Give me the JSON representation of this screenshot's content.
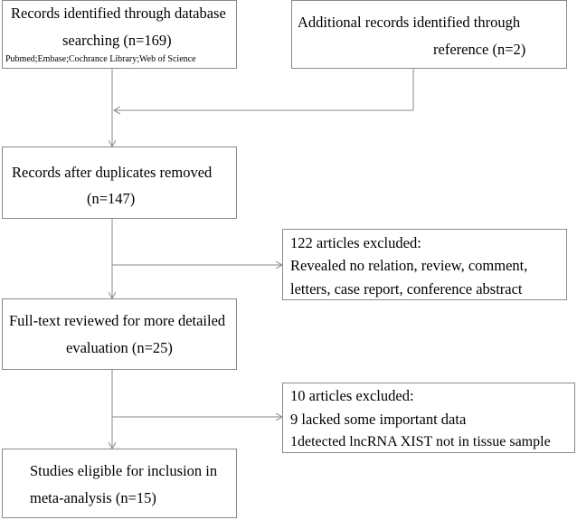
{
  "boxes": {
    "database": {
      "line1": "Records identified through database",
      "line2": "searching (n=169)",
      "sources": "Pubmed;Embase;Cochrance Library;Web of Science"
    },
    "reference": {
      "line1": "Additional records identified through",
      "line2": "reference (n=2)"
    },
    "duplicates": {
      "line1": "Records after duplicates removed",
      "line2": "(n=147)"
    },
    "excluded1": {
      "line1": "122 articles excluded:",
      "line2": "Revealed no relation, review, comment,",
      "line3": "letters, case report, conference abstract"
    },
    "fulltext": {
      "line1": "Full-text reviewed for more detailed",
      "line2": "evaluation (n=25)"
    },
    "excluded2": {
      "line1": "10 articles excluded:",
      "line2": "9 lacked some important data",
      "line3": "1detected lncRNA XIST not in tissue sample"
    },
    "eligible": {
      "line1": "Studies eligible for inclusion in",
      "line2": "meta-analysis  (n=15)"
    }
  }
}
